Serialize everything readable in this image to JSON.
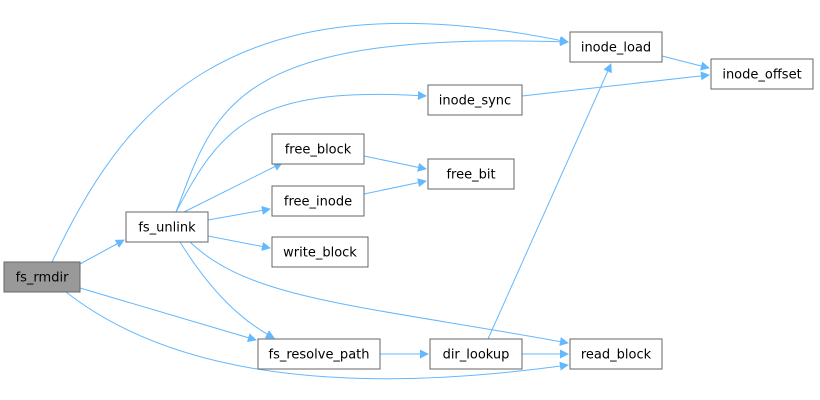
{
  "diagram": {
    "type": "call-graph",
    "edge_color": "#63b8ff",
    "root_fill": "#999999",
    "nodes": [
      {
        "id": "fs_rmdir",
        "label": "fs_rmdir",
        "root": true
      },
      {
        "id": "fs_unlink",
        "label": "fs_unlink"
      },
      {
        "id": "inode_load",
        "label": "inode_load"
      },
      {
        "id": "inode_offset",
        "label": "inode_offset"
      },
      {
        "id": "inode_sync",
        "label": "inode_sync"
      },
      {
        "id": "free_block",
        "label": "free_block"
      },
      {
        "id": "free_bit",
        "label": "free_bit"
      },
      {
        "id": "free_inode",
        "label": "free_inode"
      },
      {
        "id": "write_block",
        "label": "write_block"
      },
      {
        "id": "fs_resolve_path",
        "label": "fs_resolve_path"
      },
      {
        "id": "dir_lookup",
        "label": "dir_lookup"
      },
      {
        "id": "read_block",
        "label": "read_block"
      }
    ],
    "edges": [
      [
        "fs_rmdir",
        "inode_load"
      ],
      [
        "fs_rmdir",
        "fs_unlink"
      ],
      [
        "fs_rmdir",
        "fs_resolve_path"
      ],
      [
        "fs_rmdir",
        "read_block"
      ],
      [
        "fs_unlink",
        "inode_load"
      ],
      [
        "fs_unlink",
        "inode_sync"
      ],
      [
        "fs_unlink",
        "free_block"
      ],
      [
        "fs_unlink",
        "free_inode"
      ],
      [
        "fs_unlink",
        "write_block"
      ],
      [
        "fs_unlink",
        "fs_resolve_path"
      ],
      [
        "fs_unlink",
        "read_block"
      ],
      [
        "inode_load",
        "inode_offset"
      ],
      [
        "inode_sync",
        "inode_offset"
      ],
      [
        "free_block",
        "free_bit"
      ],
      [
        "free_inode",
        "free_bit"
      ],
      [
        "fs_resolve_path",
        "dir_lookup"
      ],
      [
        "dir_lookup",
        "inode_load"
      ],
      [
        "dir_lookup",
        "read_block"
      ]
    ]
  }
}
